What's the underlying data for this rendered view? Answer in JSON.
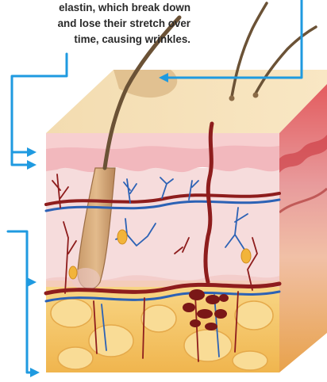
{
  "caption": {
    "lines": [
      "elastin, which break down",
      "and lose their stretch over",
      "time, causing wrinkles."
    ]
  },
  "colors": {
    "callout_line": "#1f9ae0",
    "epidermis": "#f4c9c8",
    "dermis": "#f7dede",
    "fat": "#f6c76a",
    "artery": "#8e1d1d",
    "vein": "#2c62b5",
    "hair": "#6b5236",
    "skin_surface": "#f6e1b8"
  }
}
